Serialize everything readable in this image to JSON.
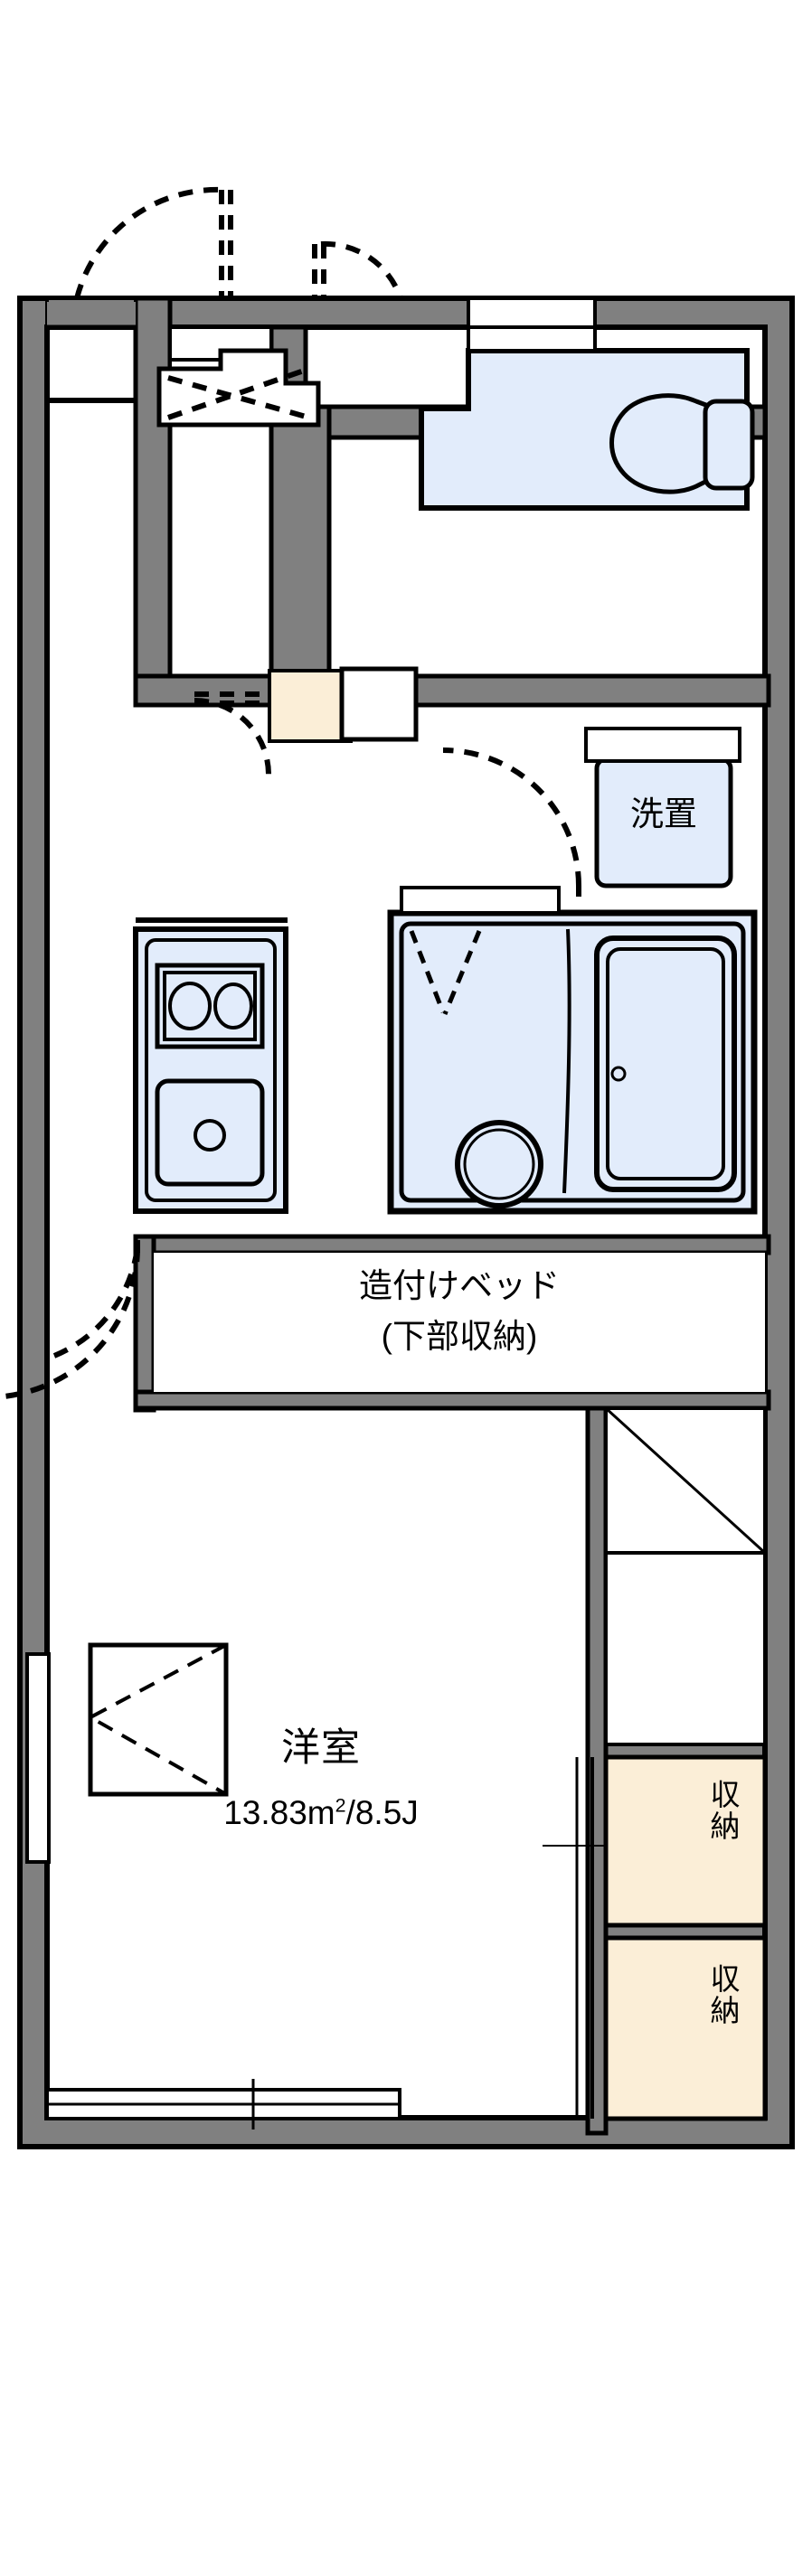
{
  "document": {
    "type": "floor-plan",
    "title": "アパート間取り図",
    "layout_type": "1K",
    "orientation": "portrait"
  },
  "colors": {
    "wall": "#808080",
    "wall_outline": "#000000",
    "water_fixture_fill": "#e2ecfb",
    "storage_fill": "#fbeed7",
    "floor": "#ffffff",
    "line": "#000000",
    "page_bg": "#ffffff"
  },
  "rooms": [
    {
      "name": "洋室",
      "area_line": "13.83㎡/8.5J",
      "area_sqm": "13.83",
      "area_jo": "8.5",
      "unit_sqm": "㎡",
      "unit_jo": "J"
    }
  ],
  "labels": {
    "main_room": "洋室",
    "main_room_area": "13.83",
    "main_room_area_sup": "2",
    "main_room_area_tail": "m",
    "main_room_area_full": "13.83m2/8.5J",
    "main_room_area_jo": "/8.5J",
    "built_in_bed_line1": "造付けベッド",
    "built_in_bed_line2": "(下部収納)",
    "washer_place": "洗置",
    "storage_upper": "収納",
    "storage_lower": "収納"
  },
  "fixtures": [
    {
      "name": "toilet",
      "label_icon": "toilet-icon",
      "fill": "#e2ecfb"
    },
    {
      "name": "bathtub",
      "label_icon": "bathtub-icon",
      "fill": "#e2ecfb"
    },
    {
      "name": "washbasin",
      "label_icon": "washbasin-icon",
      "fill": "#e2ecfb"
    },
    {
      "name": "kitchen-sink",
      "label_icon": "sink-icon",
      "fill": "#e2ecfb"
    },
    {
      "name": "gas-stove",
      "label_icon": "stove-two-burner-icon",
      "fill": "#e2ecfb"
    },
    {
      "name": "washing-machine-space",
      "label_icon": "washer-icon",
      "fill": "#e2ecfb"
    },
    {
      "name": "entrance-shoe-box",
      "label_icon": "shoebox-icon",
      "fill": "#ffffff"
    },
    {
      "name": "entry-storage",
      "label_icon": "entry-storage-icon",
      "fill": "#fbeed7"
    },
    {
      "name": "closet-upper",
      "label_icon": "closet-icon",
      "fill": "#fbeed7"
    },
    {
      "name": "closet-lower",
      "label_icon": "closet-icon",
      "fill": "#fbeed7"
    },
    {
      "name": "built-in-bed",
      "label_icon": "bed-icon",
      "fill": "#ffffff"
    },
    {
      "name": "balcony-window",
      "label_icon": "window-icon",
      "fill": "#ffffff"
    },
    {
      "name": "room-window",
      "label_icon": "window-icon",
      "fill": "#ffffff"
    }
  ],
  "doors": [
    {
      "name": "entrance-door",
      "type": "swing",
      "position": "top-left"
    },
    {
      "name": "toilet-door",
      "type": "swing",
      "position": "top-right"
    },
    {
      "name": "entry-closet-door",
      "type": "swing",
      "position": "entry"
    },
    {
      "name": "bathroom-door",
      "type": "swing",
      "position": "mid-right"
    },
    {
      "name": "room-door",
      "type": "swing",
      "position": "mid-left"
    }
  ]
}
